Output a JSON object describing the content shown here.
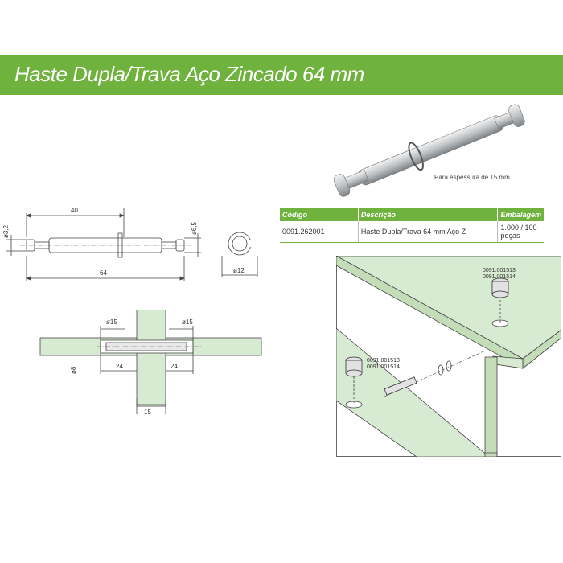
{
  "header": {
    "title": "Haste Dupla/Trava Aço Zincado 64 mm"
  },
  "photo": {
    "caption": "Para espessura de 15 mm"
  },
  "table": {
    "headers": [
      "Código",
      "Descrição",
      "Embalagem"
    ],
    "rows": [
      [
        "0091.262001",
        "Haste Dupla/Trava 64 mm Aço Z",
        "1.000 / 100 peças"
      ]
    ]
  },
  "side_drawing": {
    "dim_top": "40",
    "dim_bottom": "64",
    "dim_left": "ø3,2",
    "dim_right": "ø6,5"
  },
  "end_view": {
    "dim": "ø12"
  },
  "section_drawing": {
    "dim_left_dia": "ø15",
    "dim_right_dia": "ø15",
    "dim_left_depth": "24",
    "dim_right_depth": "24",
    "dim_thickness": "15",
    "dim_hole": "ø8"
  },
  "assembly": {
    "code_top_1": "0091.001513",
    "code_top_2": "0091.001514",
    "code_left_1": "0091.001513",
    "code_left_2": "0091.001514"
  }
}
